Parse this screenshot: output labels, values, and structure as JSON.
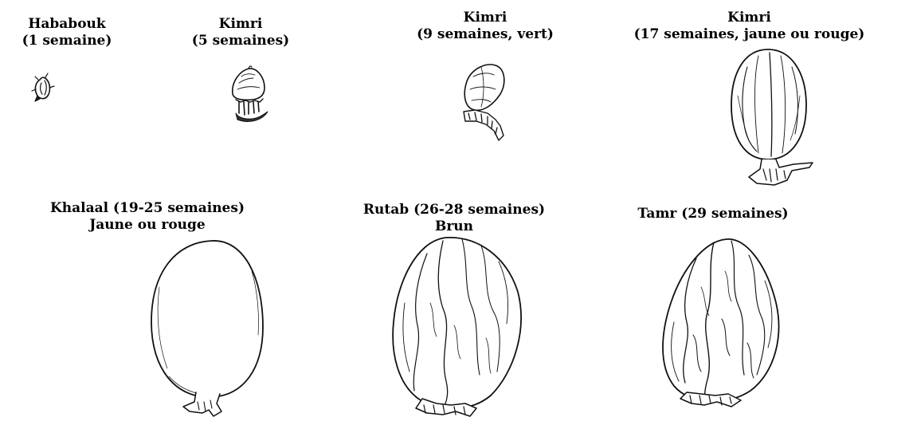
{
  "stages": [
    {
      "name": "Hababouk",
      "line2": "(1 semaine)"
    },
    {
      "name": "Kimri",
      "line2": "(5 semaines)"
    },
    {
      "name": "Kimri",
      "line2": "(9 semaines, vert)"
    },
    {
      "name": "Kimri",
      "line2": "(17 semaines, jaune ou rouge)"
    },
    {
      "name": "Khalaal (19-25 semaines)",
      "line2": "Jaune ou rouge"
    },
    {
      "name": "Rutab (26-28 semaines)",
      "line2": "Brun"
    },
    {
      "name": "Tamr (29 semaines)",
      "line2": ""
    }
  ]
}
